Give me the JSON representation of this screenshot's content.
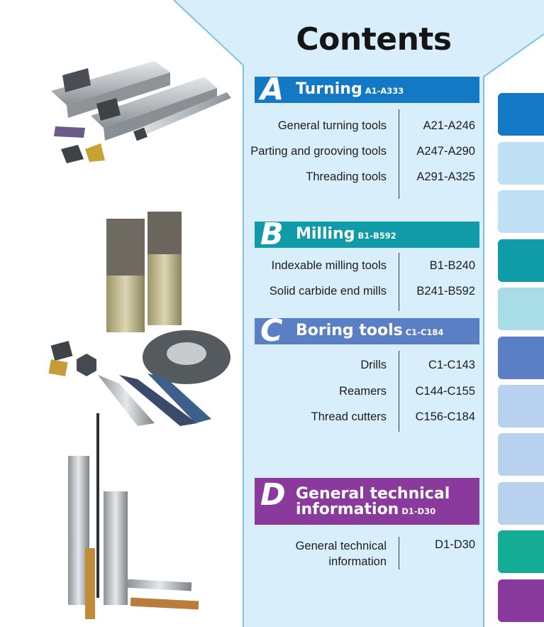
{
  "title": "Contents",
  "sections": [
    {
      "letter": "A",
      "name": "Turning",
      "range": "A1-A333",
      "color": "#1479c4",
      "rows": [
        {
          "name": "General turning tools",
          "pages": "A21-A246"
        },
        {
          "name": "Parting and grooving tools",
          "pages": "A247-A290"
        },
        {
          "name": "Threading tools",
          "pages": "A291-A325"
        }
      ]
    },
    {
      "letter": "B",
      "name": "Milling",
      "range": "B1-B592",
      "color": "#109ba8",
      "rows": [
        {
          "name": "Indexable milling tools",
          "pages": "B1-B240"
        },
        {
          "name": "Solid carbide end mills",
          "pages": "B241-B592"
        }
      ]
    },
    {
      "letter": "C",
      "name": "Boring tools",
      "range": "C1-C184",
      "color": "#5b7fc4",
      "rows": [
        {
          "name": "Drills",
          "pages": "C1-C143"
        },
        {
          "name": "Reamers",
          "pages": "C144-C155"
        },
        {
          "name": "Thread cutters",
          "pages": "C156-C184"
        }
      ]
    },
    {
      "letter": "D",
      "name_line1": "General technical",
      "name_line2": "information",
      "range": "D1-D30",
      "color": "#8a3a9c",
      "rows": [
        {
          "name_line1": "General technical",
          "name_line2": "information",
          "pages": "D1-D30"
        }
      ]
    }
  ],
  "side_tabs": [
    {
      "color": "#1479c4"
    },
    {
      "color": "#bfe0f5"
    },
    {
      "color": "#bfe0f5"
    },
    {
      "color": "#109ba8"
    },
    {
      "color": "#a8dce6"
    },
    {
      "color": "#5b7fc4"
    },
    {
      "color": "#b8d1ee"
    },
    {
      "color": "#b8d1ee"
    },
    {
      "color": "#b8d1ee"
    },
    {
      "color": "#15ac95"
    },
    {
      "color": "#8a3a9c"
    }
  ],
  "theme": {
    "panel": "#d8eefa",
    "panel_border": "#7cc2e6"
  }
}
